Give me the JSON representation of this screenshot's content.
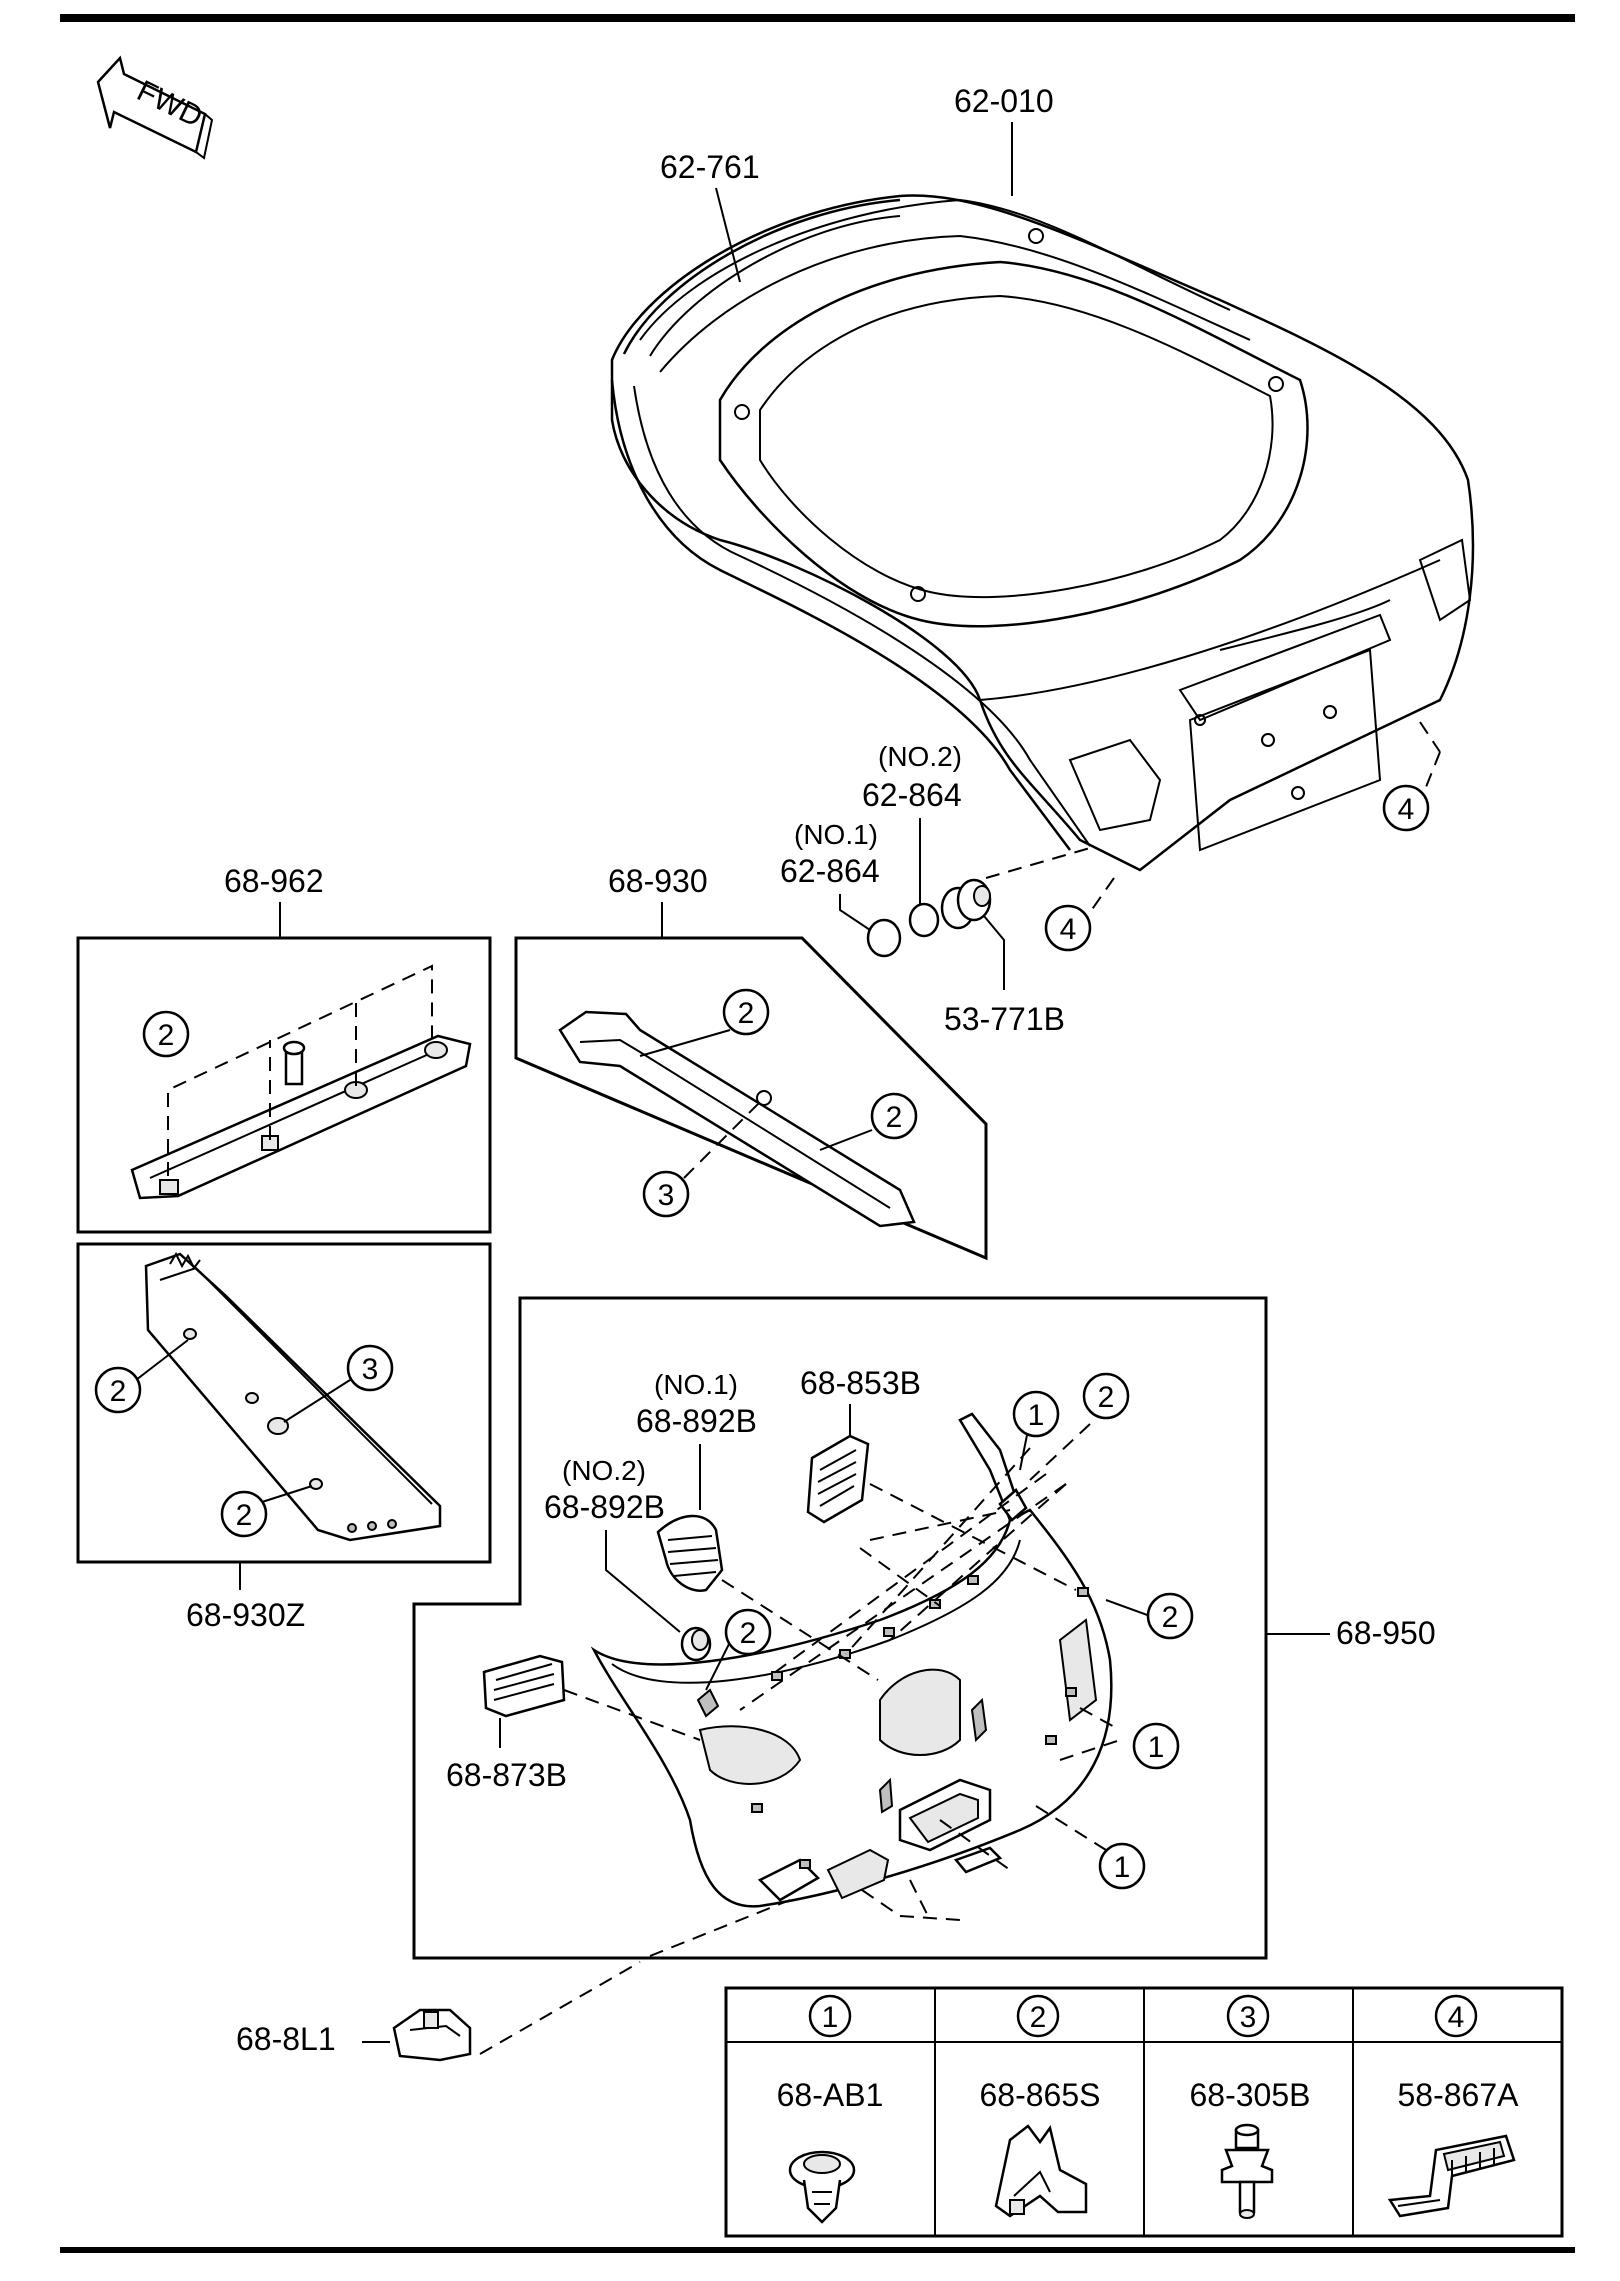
{
  "direction_marker": "FWD",
  "labels": {
    "tailgate": "62-010",
    "weatherstrip": "62-761",
    "plug_no2_note": "(NO.2)",
    "plug_no2": "62-864",
    "plug_no1_note": "(NO.1)",
    "plug_no1": "62-864",
    "stopper": "53-771B",
    "upper_trim": "68-962",
    "handle_trim": "68-930",
    "side_trim": "68-930Z",
    "lower_trim": "68-950",
    "cover_no1_note": "(NO.1)",
    "cover_no1": "68-892B",
    "cover_no2_note": "(NO.2)",
    "cover_no2": "68-892B",
    "grille_upper": "68-853B",
    "grille_lower": "68-873B",
    "bracket": "68-8L1"
  },
  "callouts": {
    "c1": "1",
    "c2": "2",
    "c3": "3",
    "c4": "4"
  },
  "legend": [
    {
      "ref": "1",
      "part": "68-AB1",
      "icon": "push-clip-icon"
    },
    {
      "ref": "2",
      "part": "68-865S",
      "icon": "panel-clip-icon"
    },
    {
      "ref": "3",
      "part": "68-305B",
      "icon": "stud-clip-icon"
    },
    {
      "ref": "4",
      "part": "58-867A",
      "icon": "bracket-clip-icon"
    }
  ]
}
